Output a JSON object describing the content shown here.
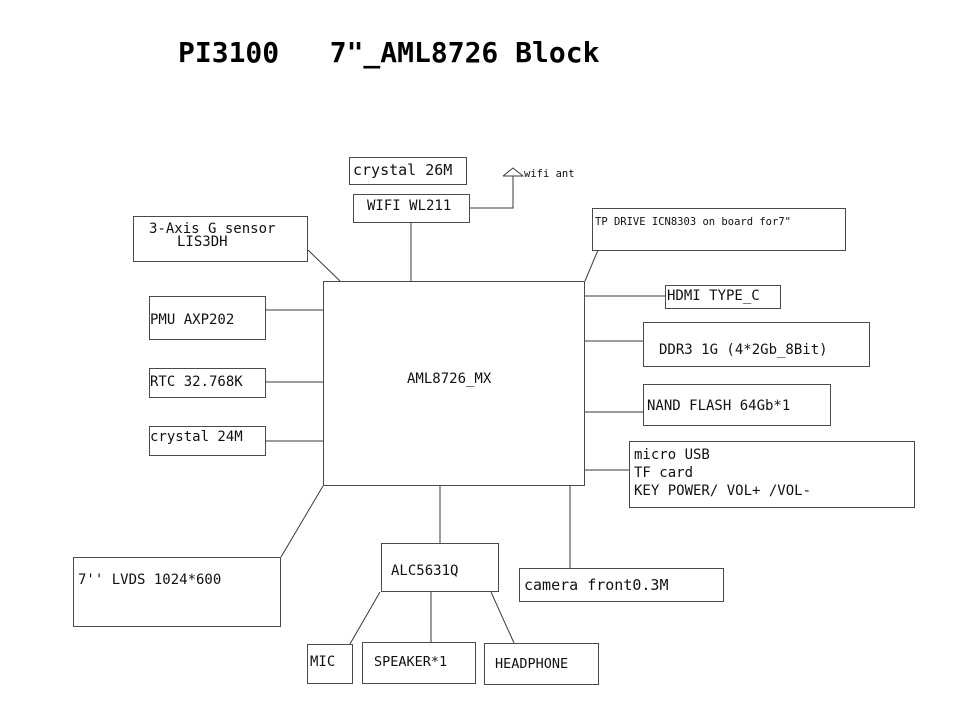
{
  "title": "PI3100   7\"_AML8726 Block",
  "blocks": {
    "crystal_26m": "crystal 26M",
    "wifi": "WIFI WL211",
    "wifi_ant": "wifi ant",
    "g_sensor_line1": "3-Axis G sensor",
    "g_sensor_line2": "LIS3DH",
    "tp_drive": "TP DRIVE ICN8303 on board for7\"",
    "soc": "AML8726_MX",
    "pmu": "PMU AXP202",
    "rtc": "RTC 32.768K",
    "crystal_24m": "crystal 24M",
    "hdmi": "HDMI TYPE_C",
    "ddr": "DDR3 1G (4*2Gb_8Bit)",
    "nand": "NAND FLASH 64Gb*1",
    "io_line1": "micro USB",
    "io_line2": "TF card",
    "io_line3": "KEY POWER/ VOL+ /VOL-",
    "lvds": "7'' LVDS 1024*600",
    "codec": "ALC5631Q",
    "camera": "camera front0.3M",
    "mic": "MIC",
    "speaker": "SPEAKER*1",
    "headphone": "HEADPHONE"
  }
}
